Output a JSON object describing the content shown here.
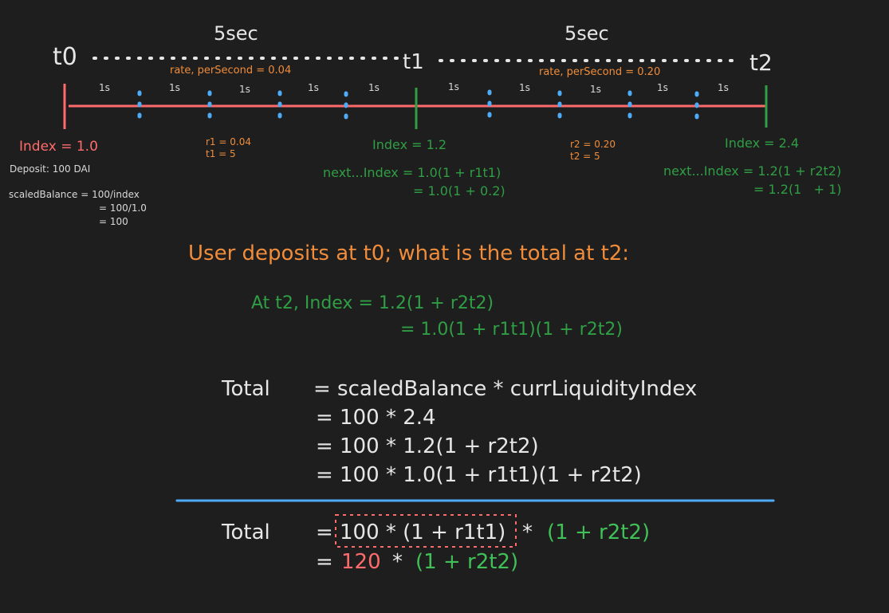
{
  "timeline": {
    "t0": "t0",
    "t1": "t1",
    "t2": "t2",
    "seg1_duration": "5sec",
    "seg2_duration": "5sec",
    "seg1_rate": "rate, perSecond = 0.04",
    "seg2_rate": "rate, perSecond = 0.20",
    "tick_label": "1s"
  },
  "t0_info": {
    "index": "Index = 1.0",
    "deposit": "Deposit: 100 DAI",
    "scaled_1": "scaledBalance = 100/index",
    "scaled_2": "= 100/1.0",
    "scaled_3": "= 100"
  },
  "seg1_info": {
    "r": "r1 = 0.04",
    "t": "t1 = 5"
  },
  "seg2_info": {
    "r": "r2 = 0.20",
    "t": "t2 = 5"
  },
  "t1_info": {
    "index": "Index = 1.2",
    "next_1": "next...Index = 1.0(1 + r1t1)",
    "next_2": "= 1.0(1 + 0.2)"
  },
  "t2_info": {
    "index": "Index = 2.4",
    "next_1": "next...Index = 1.2(1 + r2t2)",
    "next_2": "= 1.2(1   + 1)"
  },
  "question": "User deposits at t0; what is the total at t2:",
  "at_t2": {
    "line1": "At t2, Index = 1.2(1 + r2t2)",
    "line2": "= 1.0(1 + r1t1)(1 + r2t2)"
  },
  "total": {
    "label": "Total",
    "line1": "= scaledBalance * currLiquidityIndex",
    "line2": "= 100 * 2.4",
    "line3": "= 100 * 1.2(1 + r2t2)",
    "line4": "= 100 * 1.0(1 + r1t1)(1 + r2t2)"
  },
  "final": {
    "label": "Total",
    "eq": "=",
    "boxed": "100 * (1 + r1t1)",
    "mult": "*",
    "tail": "(1 + r2t2)",
    "eq2": "=",
    "value": "120",
    "mult2": "*",
    "tail2": "(1 + r2t2)"
  },
  "colors": {
    "background": "#1e1e1e",
    "timeline": "#ff6b6b",
    "green": "#2f9e44",
    "orange": "#f08c3a",
    "blue_dots": "#4dabf7",
    "divider": "#4dabf7"
  }
}
